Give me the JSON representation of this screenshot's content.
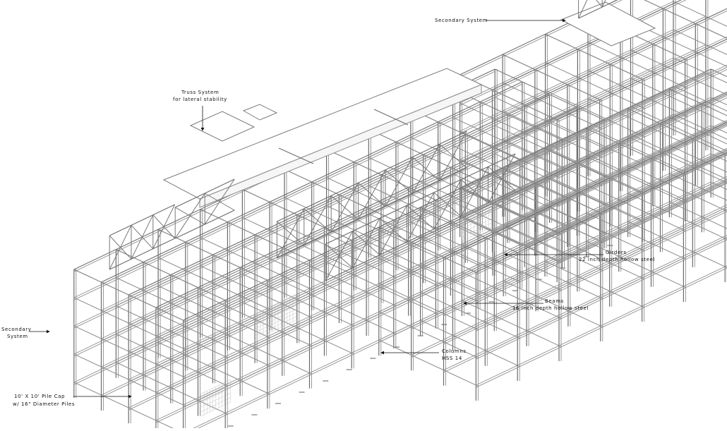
{
  "labels": {
    "secondary_system_top": "Secondary System",
    "truss_line1": "Truss System",
    "truss_line2": "for lateral stability",
    "girders_line1": "Girders",
    "girders_line2": "22 inch depth hollow steel",
    "beams_line1": "Beams",
    "beams_line2": "16 inch depth hollow steel",
    "columns_line1": "Columns",
    "columns_line2": "HSS 14",
    "secondary_left_line1": "Secondary",
    "secondary_left_line2": "System",
    "pile_line1": "10' X 10' Pile Cap",
    "pile_line2": "w/ 16\" Diameter Piles"
  }
}
